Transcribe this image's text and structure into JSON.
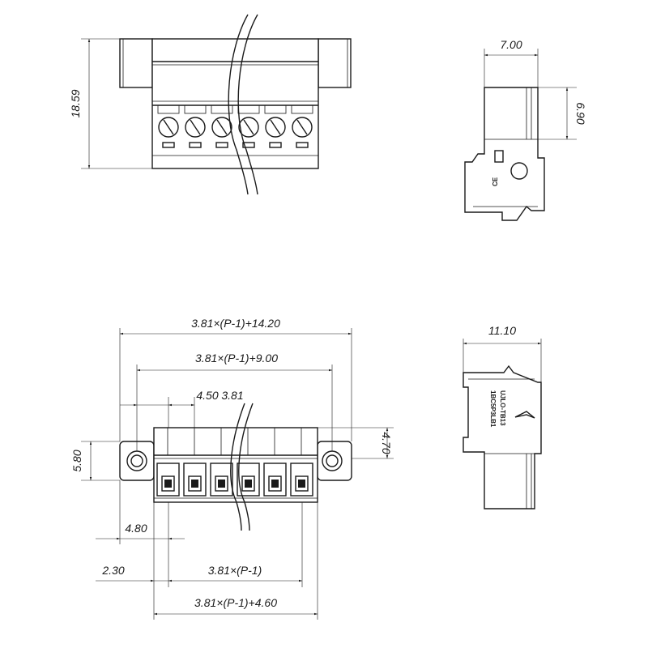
{
  "dimensions": {
    "top_height": "18.59",
    "side_top_width": "7.00",
    "side_top_height": "6.90",
    "total_width": "3.81×(P-1)+14.20",
    "inner_width": "3.81×(P-1)+9.00",
    "offset_a": "4.50",
    "pitch": "3.81",
    "front_height": "5.80",
    "right_height": "4.70",
    "left_offset": "4.80",
    "edge_offset": "2.30",
    "pitch_span": "3.81×(P-1)",
    "body_width": "3.81×(P-1)+4.60",
    "side_bottom_width": "11.10"
  },
  "markings": {
    "model_line1": "UJLO-TB13",
    "model_line2": "1BC5P3LB1",
    "cert_mark": "CE"
  },
  "pole_count_shown": 6
}
